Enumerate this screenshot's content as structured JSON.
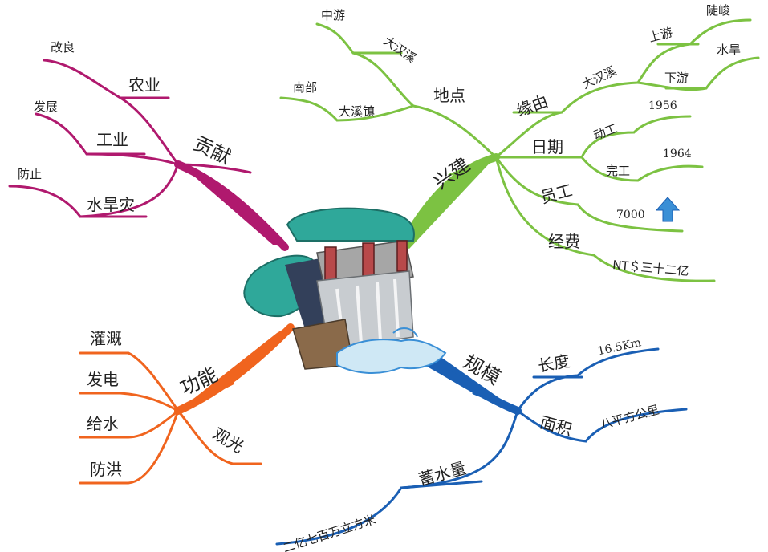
{
  "colors": {
    "contribution": "#b0196e",
    "construction": "#7cc242",
    "function": "#f0641e",
    "scale": "#1a5fb4",
    "arrow": "#3a8fd6"
  },
  "center": {
    "icon": "dam-waterfall-icon"
  },
  "branches": {
    "contribution": {
      "label": "贡献",
      "agriculture": {
        "label": "农业",
        "leaf": "改良"
      },
      "industry": {
        "label": "工业",
        "leaf": "发展"
      },
      "disaster": {
        "label": "水旱灾",
        "leaf": "防止"
      }
    },
    "construction": {
      "label": "兴建",
      "location": {
        "label": "地点",
        "leaf1": "中游",
        "leaf2": "大汉溪",
        "leaf3": "南部",
        "leaf4": "大溪镇"
      },
      "reason": {
        "label": "缘由",
        "sub": "大汉溪",
        "upstream": "上游",
        "steep": "陡峻",
        "downstream": "下游",
        "drought": "水旱"
      },
      "date": {
        "label": "日期",
        "start": "动工",
        "start_year": "1956",
        "finish": "完工",
        "finish_year": "1964"
      },
      "staff": {
        "label": "员工",
        "count": "7000",
        "icon": "up-arrow-icon"
      },
      "funding": {
        "label": "经费",
        "amount": "NT＄三十二亿"
      }
    },
    "function": {
      "label": "功能",
      "items": [
        "灌溉",
        "发电",
        "给水",
        "防洪"
      ],
      "tourism": "观光"
    },
    "scale": {
      "label": "规模",
      "length": {
        "label": "长度",
        "value": "16.5Km"
      },
      "area": {
        "label": "面积",
        "value": "八平方公里"
      },
      "storage": {
        "label": "蓄水量",
        "value": "二亿七百万立方米"
      }
    }
  }
}
